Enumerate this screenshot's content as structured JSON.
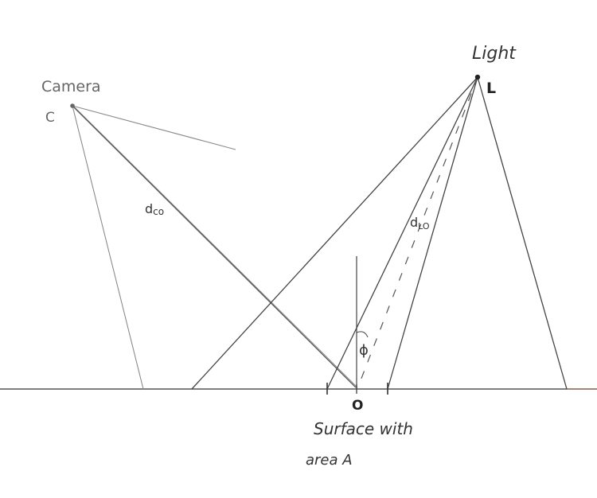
{
  "labels": {
    "camera": "Camera",
    "camera_point": "C",
    "light": "Light",
    "light_point": "L",
    "d_co_main": "d",
    "d_co_sub": "co",
    "d_lo_main": "d",
    "d_lo_sub": "LO",
    "angle": "ϕ",
    "origin": "O",
    "surface_line1": "Surface with",
    "surface_line2": "area A"
  },
  "colors": {
    "ink": "#333333",
    "ink_light": "#8a8a8a",
    "baseline": "#555555",
    "baseline_end": "#9b7a6a"
  }
}
